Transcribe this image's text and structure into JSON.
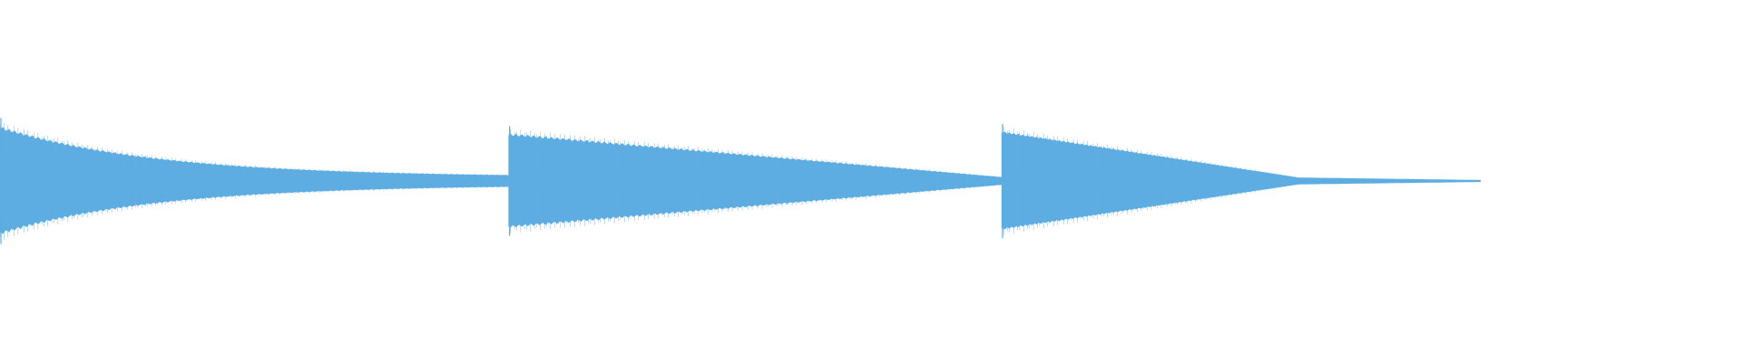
{
  "chart_data": {
    "type": "area",
    "title": "",
    "xlabel": "",
    "ylabel": "",
    "grid": false,
    "legend": "none",
    "waveform_color": "#5dade2",
    "background_color": "#ffffff",
    "amplitude_range": [
      -1,
      1
    ],
    "time_range": [
      0,
      1
    ],
    "segments": [
      {
        "name": "",
        "start": 0.0,
        "end": 0.292,
        "peak_amplitude": 0.55,
        "final_amplitude": 0.04,
        "decay": "exponential",
        "oscillation": "visible-ripple"
      },
      {
        "name": "",
        "start": 0.292,
        "end": 0.575,
        "peak_amplitude": 0.48,
        "final_amplitude": 0.04,
        "decay": "linear",
        "oscillation": "visible-ripple"
      },
      {
        "name": "",
        "start": 0.575,
        "end": 0.85,
        "peak_amplitude": 0.5,
        "final_amplitude": 0.01,
        "decay": "fast-then-flat",
        "oscillation": "dense"
      }
    ]
  }
}
